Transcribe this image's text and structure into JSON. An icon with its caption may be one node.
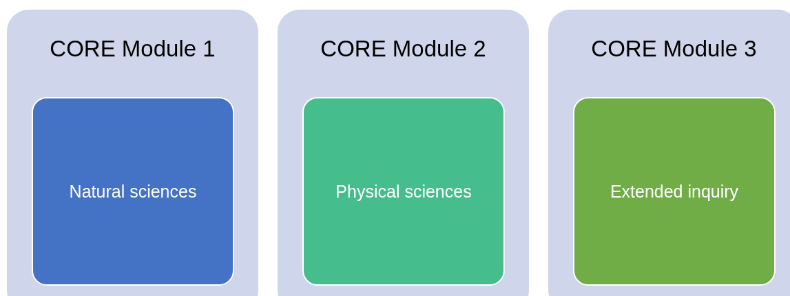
{
  "diagram": {
    "nodes": [
      {
        "text": [
          "CORE Module 1"
        ]
      },
      {
        "text": [
          "Natural sciences"
        ],
        "in": 0
      },
      {
        "text": [
          "CORE Module 2"
        ]
      },
      {
        "text": [
          "Physical sciences"
        ],
        "in": 2
      },
      {
        "text": [
          "CORE Module 3"
        ]
      },
      {
        "text": [
          "Extended inquiry"
        ],
        "in": 4
      }
    ],
    "edges": []
  }
}
